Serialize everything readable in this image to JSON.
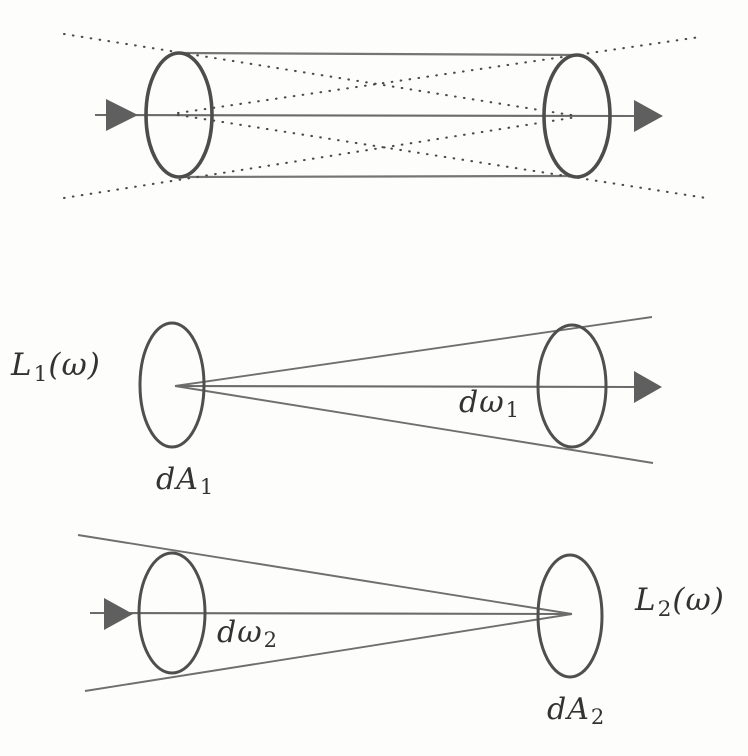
{
  "colors": {
    "background": "#fdfdfb",
    "line": "#6f6f6f",
    "ellipse_stroke": "#4d4d4d",
    "arrowhead_fill": "#5f5f5f",
    "dotted_ray": "#4a4a4a",
    "text": "#333333"
  },
  "labels": {
    "radiance_1": {
      "base": "L",
      "sub": "1",
      "rest": "(ω)"
    },
    "solid_angle_1": {
      "base": "dω",
      "sub": "1",
      "rest": ""
    },
    "area_1": {
      "base": "dA",
      "sub": "1",
      "rest": ""
    },
    "solid_angle_2": {
      "base": "dω",
      "sub": "2",
      "rest": ""
    },
    "radiance_2": {
      "base": "L",
      "sub": "2",
      "rest": "(ω)"
    },
    "area_2": {
      "base": "dA",
      "sub": "2",
      "rest": ""
    }
  }
}
